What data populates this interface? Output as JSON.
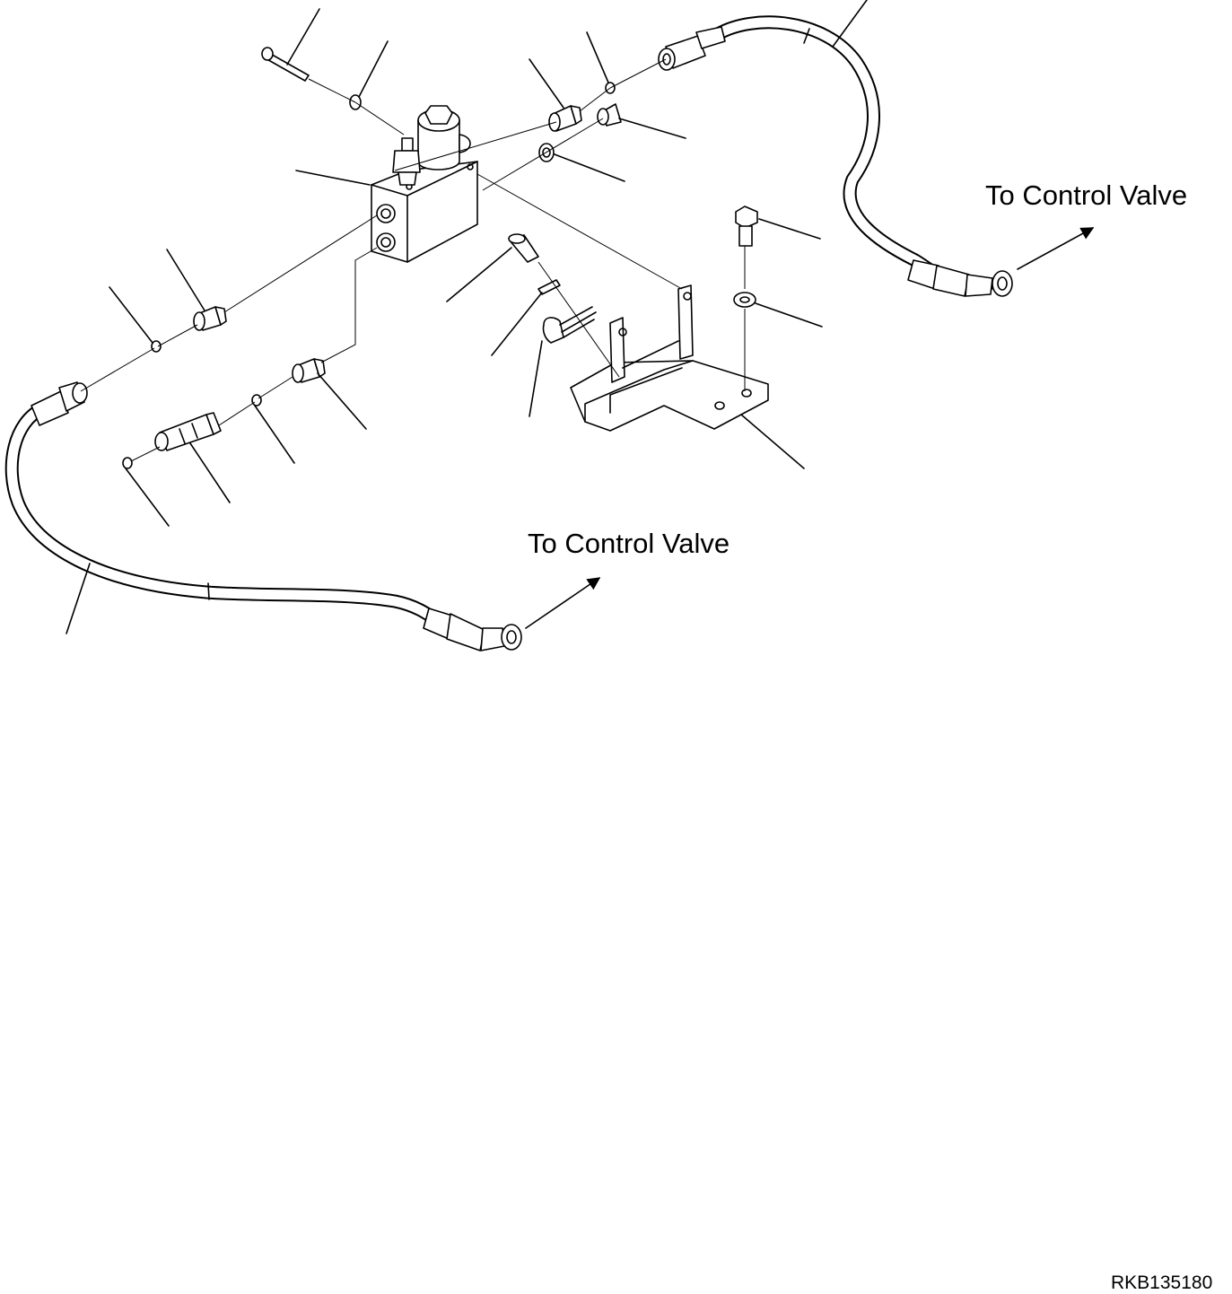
{
  "diagram": {
    "labels": {
      "to_control_valve_right": "To Control Valve",
      "to_control_valve_left": "To Control Valve",
      "drawing_code": "RKB135180"
    },
    "colors": {
      "line": "#000000",
      "background": "#ffffff"
    }
  }
}
